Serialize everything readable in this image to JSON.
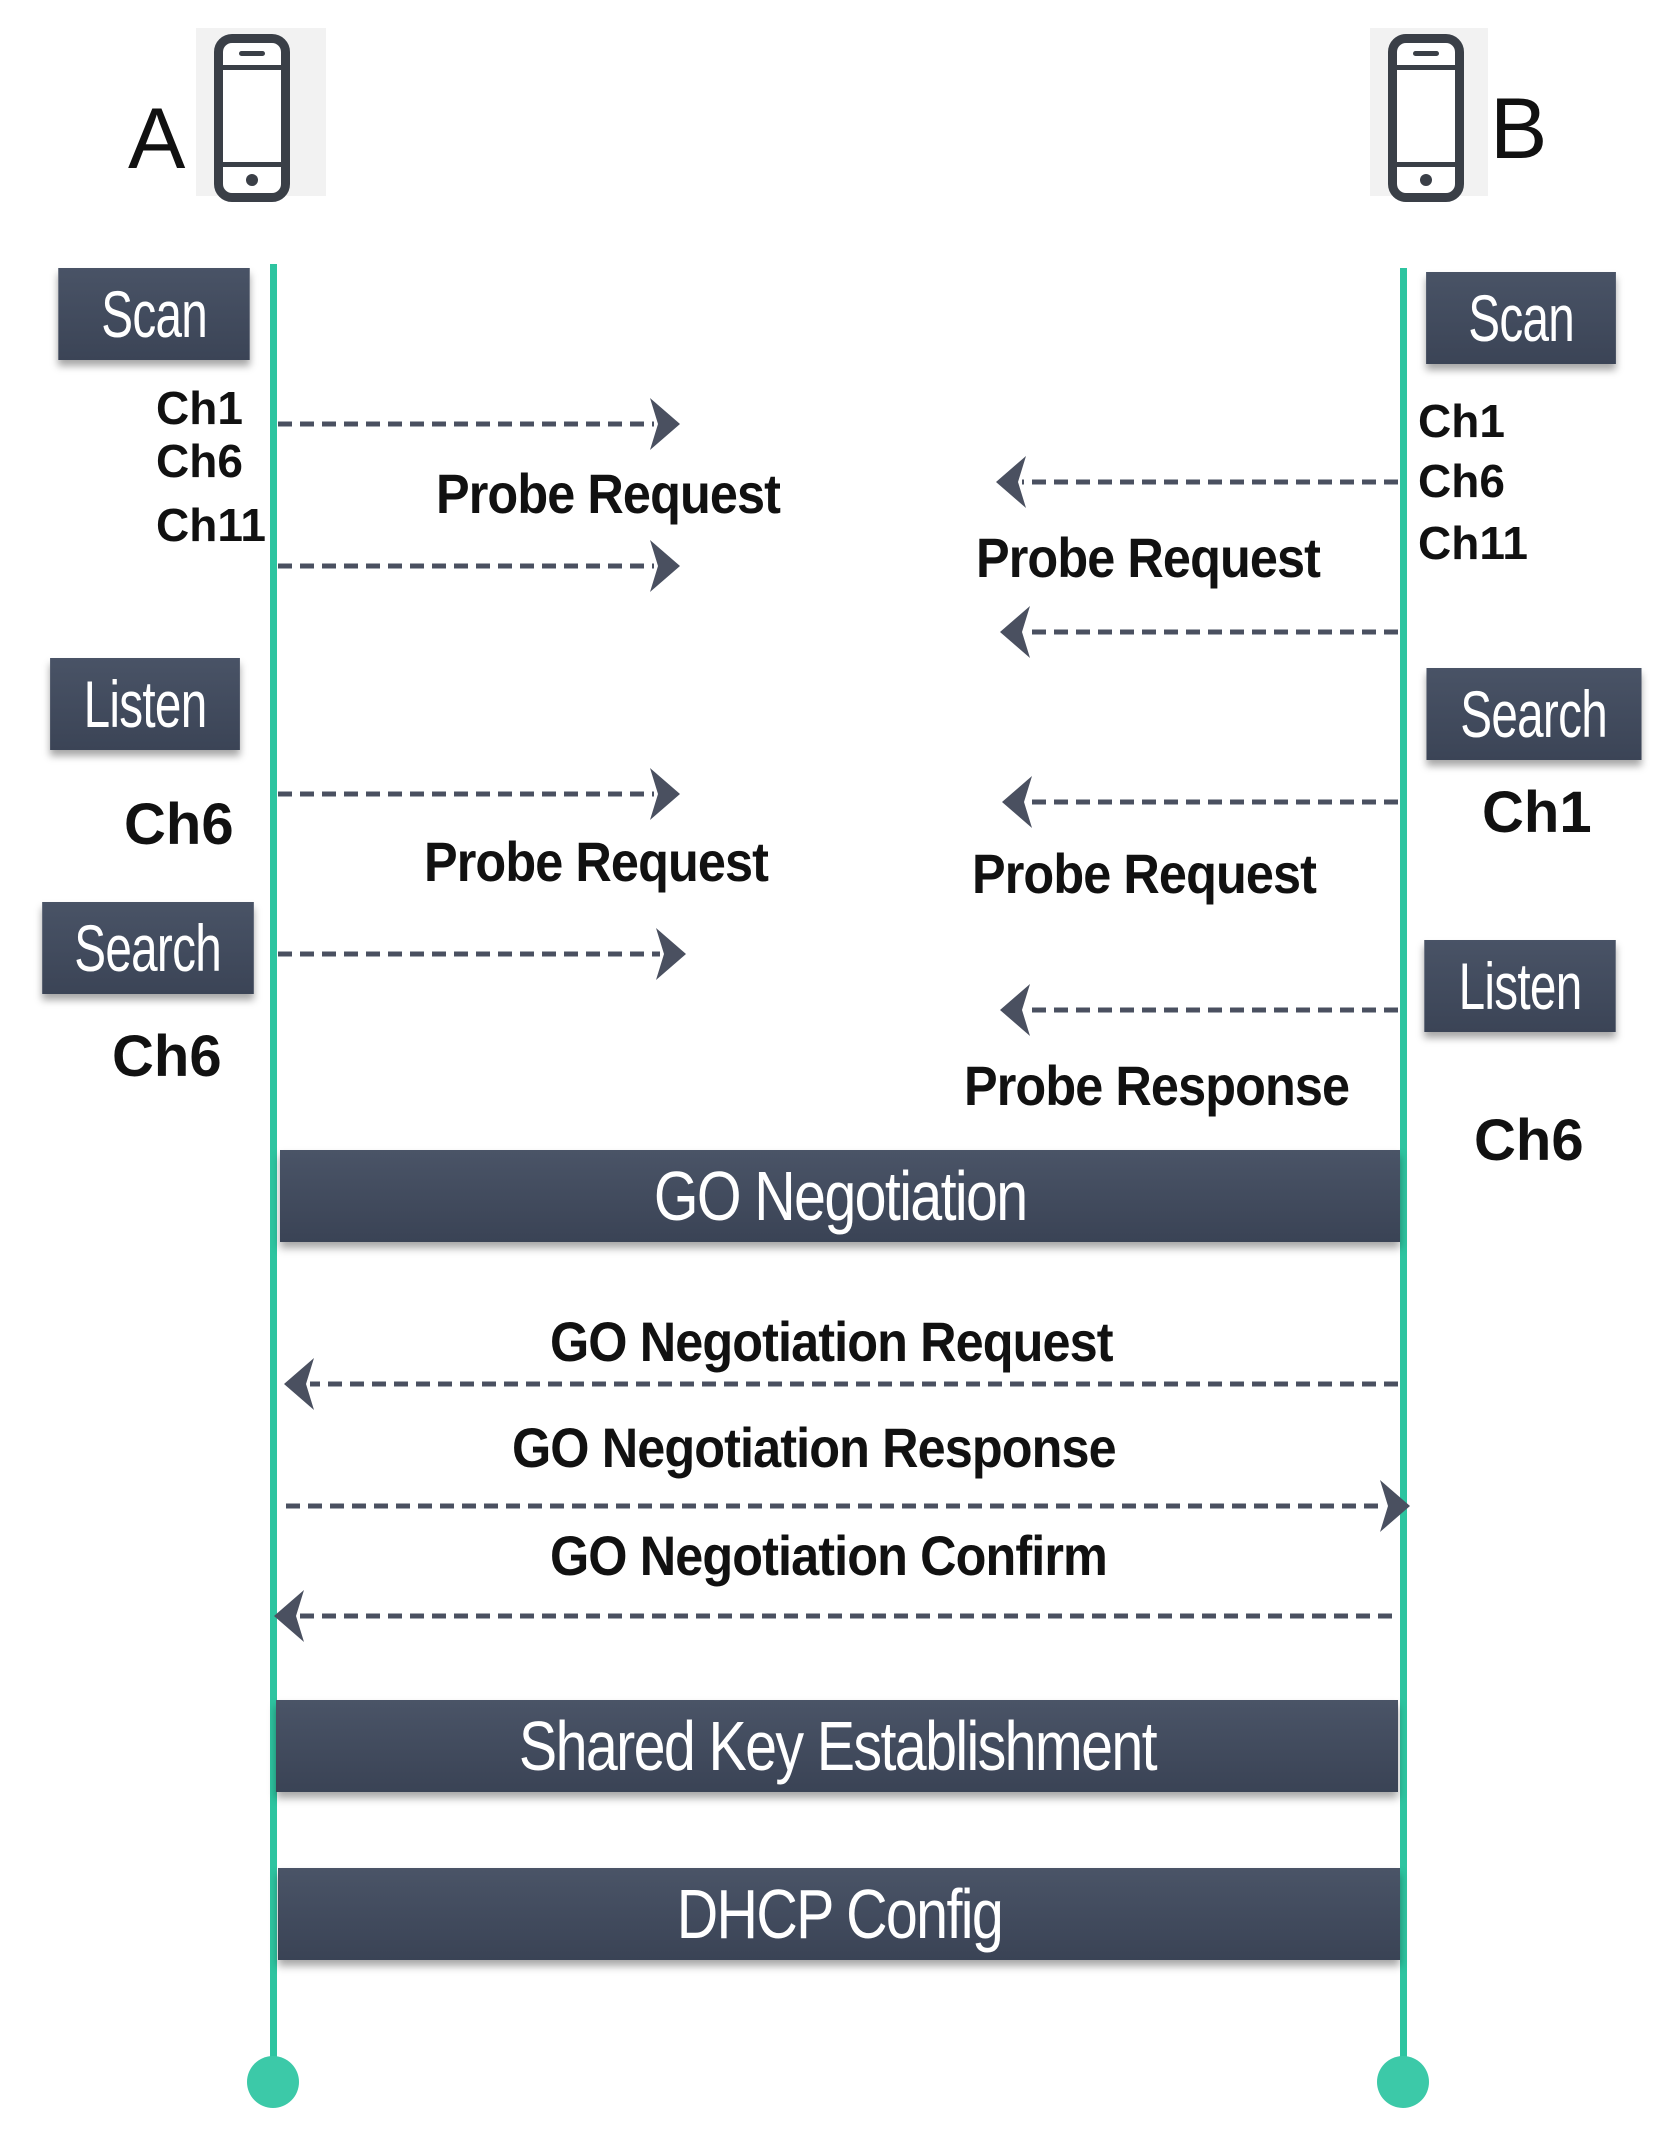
{
  "devices": {
    "a": {
      "label": "A"
    },
    "b": {
      "label": "B"
    }
  },
  "a_states": {
    "scan": "Scan",
    "scan_channels": [
      "Ch1",
      "Ch6",
      "Ch11"
    ],
    "listen": "Listen",
    "listen_channel": "Ch6",
    "search": "Search",
    "search_channel": "Ch6"
  },
  "b_states": {
    "scan": "Scan",
    "scan_channels": [
      "Ch1",
      "Ch6",
      "Ch11"
    ],
    "search": "Search",
    "search_channel": "Ch1",
    "listen": "Listen",
    "listen_channel": "Ch6"
  },
  "messages": {
    "a_scan_probe": "Probe Request",
    "b_scan_probe": "Probe Request",
    "a_listen_probe": "Probe Request",
    "b_search_probe": "Probe Request",
    "probe_response": "Probe Response",
    "go_request": "GO Negotiation Request",
    "go_response": "GO Negotiation Response",
    "go_confirm": "GO Negotiation Confirm"
  },
  "phases": {
    "go_negotiation": "GO Negotiation",
    "shared_key": "Shared Key Establishment",
    "dhcp": "DHCP Config"
  },
  "colors": {
    "lifeline": "#2ec4a0",
    "box": "#434c5e",
    "arrow": "#4a5060"
  }
}
